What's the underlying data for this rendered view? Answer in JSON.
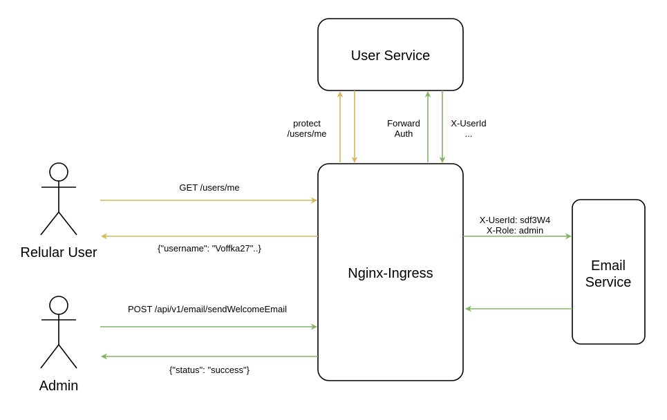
{
  "colors": {
    "request": "#d6b656",
    "auth": "#82b366",
    "stroke": "#000000",
    "background": "#ffffff"
  },
  "nodes": {
    "user_service": "User Service",
    "nginx_ingress": "Nginx-Ingress",
    "email_service_line1": "Email",
    "email_service_line2": "Service"
  },
  "actors": {
    "regular_user": "Relular User",
    "admin": "Admin"
  },
  "edges": {
    "get_users_me": "GET /users/me",
    "username_response": "{\"username\": \"Voffka27\"..}",
    "post_send_email": "POST /api/v1/email/sendWelcomeEmail",
    "status_response": "{\"status\": \"success\"}",
    "protect_line1": "protect",
    "protect_line2": "/users/me",
    "forward_auth_line1": "Forward",
    "forward_auth_line2": "Auth",
    "xuserid_line1": "X-UserId",
    "xuserid_line2": "...",
    "headers_line1": "X-UserId: sdf3W4",
    "headers_line2": "X-Role: admin"
  }
}
